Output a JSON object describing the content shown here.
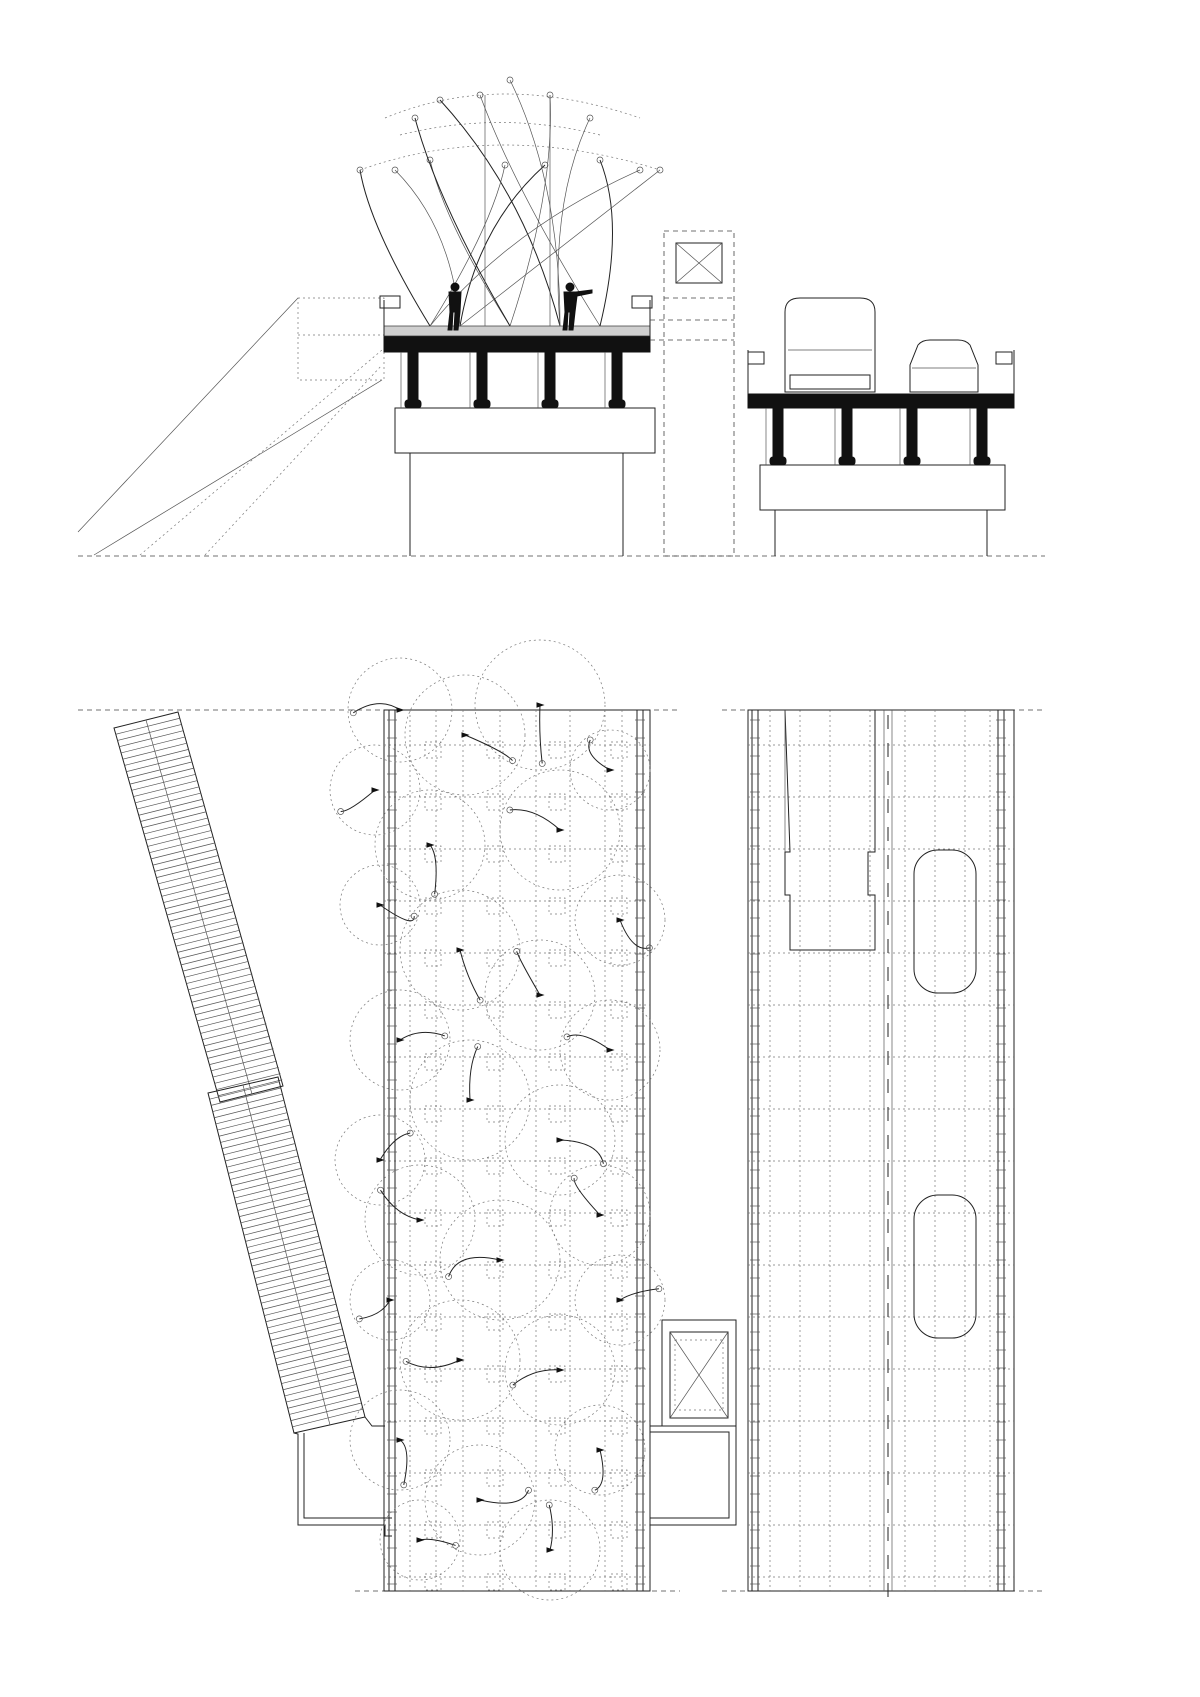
{
  "drawing": {
    "views": [
      {
        "id": "section",
        "kind": "cross-section"
      },
      {
        "id": "plan",
        "kind": "plan"
      }
    ],
    "colors": {
      "ink": "#111111",
      "line": "#222222",
      "construction": "#777777",
      "background": "#ffffff"
    },
    "counts": {
      "section_columns_footbridge": 4,
      "section_columns_roadbridge": 4,
      "section_figures": 2,
      "section_vehicles": 2,
      "plan_vehicles": 2
    }
  }
}
